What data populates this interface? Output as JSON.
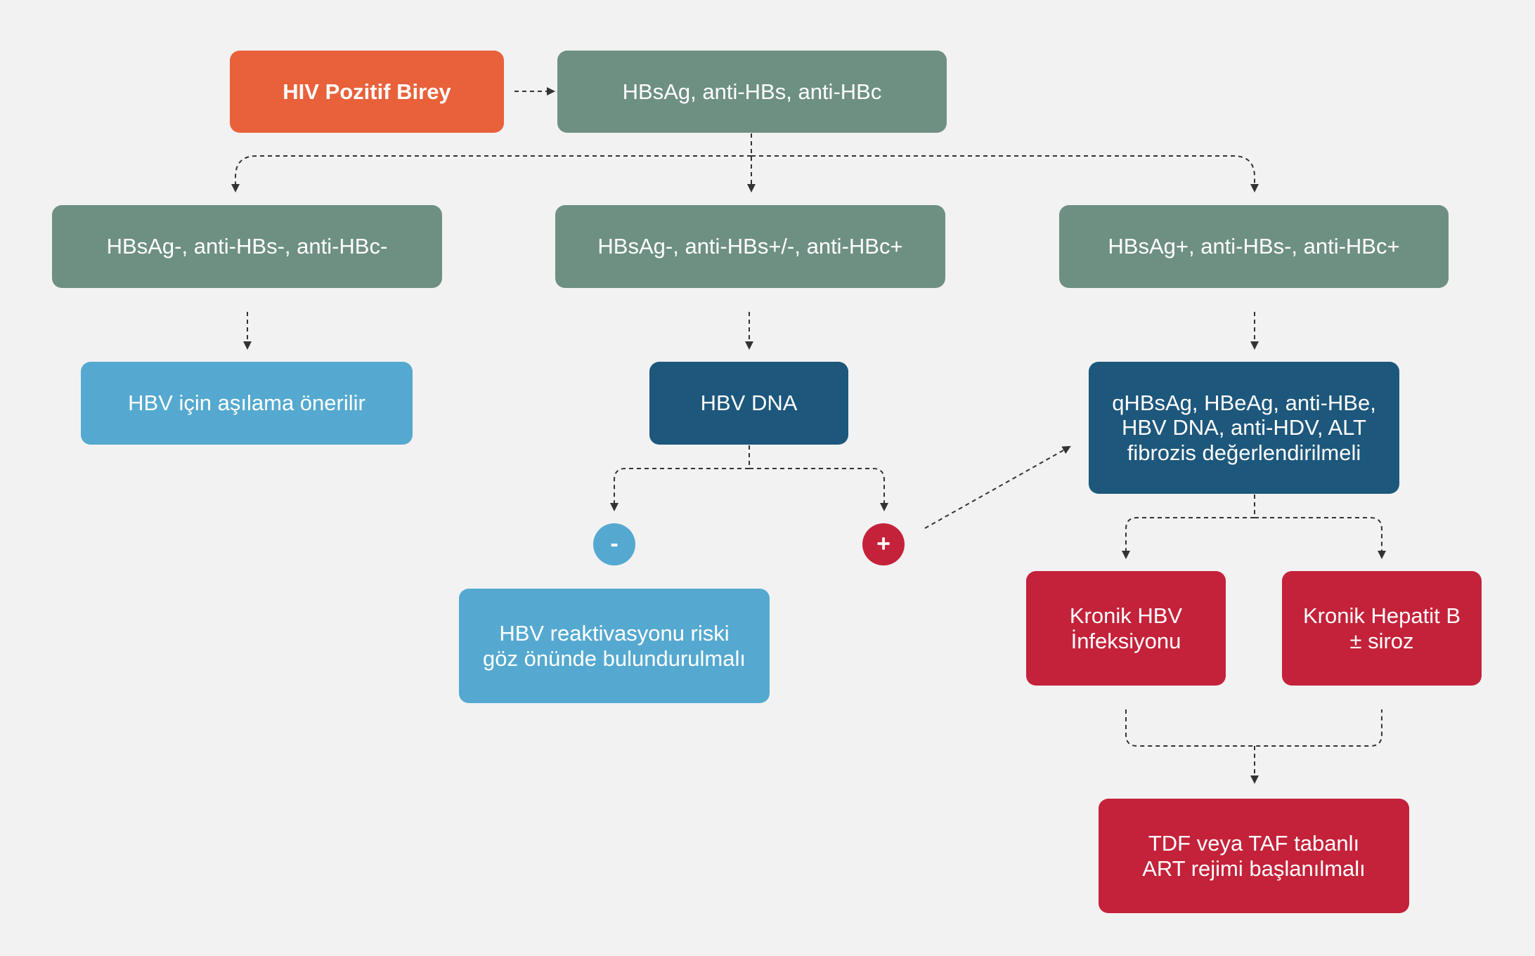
{
  "colors": {
    "start": "#e8613a",
    "test": "#6e9083",
    "advice": "#55a9d0",
    "evaluation": "#1d577c",
    "treatment": "#c4223a",
    "connector": "#333333",
    "background": "#f2f2f2"
  },
  "nodes": {
    "start": {
      "lines": [
        "HIV Pozitif Birey"
      ]
    },
    "screening": {
      "lines": [
        "HBsAg, anti-HBs, anti-HBc"
      ]
    },
    "neg_all": {
      "lines": [
        "HBsAg-, anti-HBs-, anti-HBc-"
      ]
    },
    "core_pos": {
      "lines": [
        "HBsAg-, anti-HBs+/-, anti-HBc+"
      ]
    },
    "chronic_pos": {
      "lines": [
        "HBsAg+, anti-HBs-, anti-HBc+"
      ]
    },
    "vaccination": {
      "lines": [
        "HBV için aşılama önerilir"
      ]
    },
    "hbv_dna": {
      "lines": [
        "HBV DNA"
      ]
    },
    "evaluation": {
      "lines": [
        "qHBsAg, HBeAg, anti-HBe,",
        "HBV DNA, anti-HDV, ALT",
        "fibrozis değerlendirilmeli"
      ]
    },
    "reactivation": {
      "lines": [
        "HBV reaktivasyonu riski",
        "göz önünde bulundurulmalı"
      ]
    },
    "chronic_infection": {
      "lines": [
        "Kronik HBV",
        "İnfeksiyonu"
      ]
    },
    "chronic_hepatitis": {
      "lines": [
        "Kronik Hepatit B",
        "± siroz"
      ]
    },
    "treatment": {
      "lines": [
        "TDF veya TAF tabanlı",
        "ART rejimi başlanılmalı"
      ]
    }
  },
  "badges": {
    "negative": "-",
    "positive": "+"
  }
}
